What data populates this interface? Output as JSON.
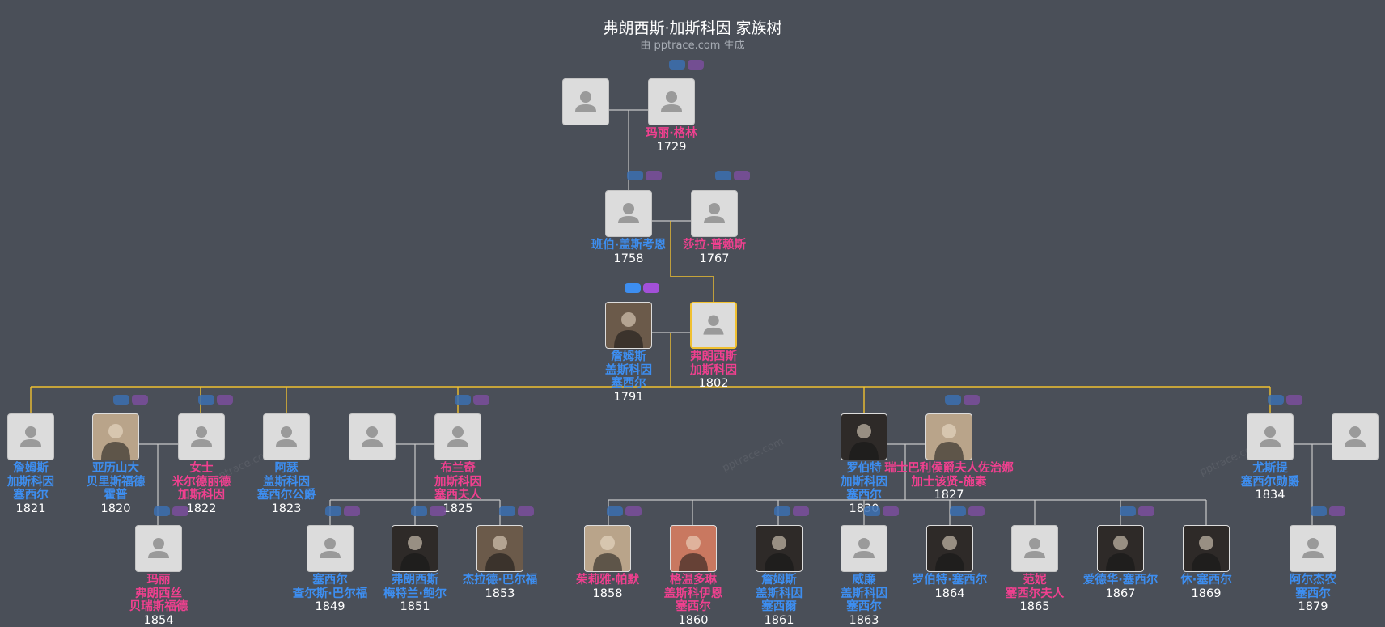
{
  "title": "弗朗西斯·加斯科因 家族树",
  "subtitle": "由 pptrace.com 生成",
  "watermark": "pptrace.com",
  "people": [
    {
      "id": "p0",
      "name": "",
      "year": "",
      "gender": "male",
      "avatar": "placeholder"
    },
    {
      "id": "p1",
      "name": "玛丽·格林",
      "year": "1729",
      "gender": "female",
      "avatar": "placeholder"
    },
    {
      "id": "p2",
      "name": "班伯·盖斯考恩",
      "year": "1758",
      "gender": "male",
      "avatar": "placeholder"
    },
    {
      "id": "p3",
      "name": "莎拉·普赖斯",
      "year": "1767",
      "gender": "female",
      "avatar": "placeholder"
    },
    {
      "id": "p4",
      "name": "詹姆斯\n盖斯科因\n塞西尔",
      "year": "1791",
      "gender": "male",
      "avatar": "portrait-photo"
    },
    {
      "id": "p5",
      "name": "弗朗西斯\n加斯科因",
      "year": "1802",
      "gender": "female",
      "avatar": "placeholder",
      "selected": true
    },
    {
      "id": "p6",
      "name": "詹姆斯\n加斯科因\n塞西尔",
      "year": "1821",
      "gender": "male",
      "avatar": "placeholder"
    },
    {
      "id": "p7",
      "name": "亚历山大\n贝里斯福德\n霍普",
      "year": "1820",
      "gender": "male",
      "avatar": "portrait-photo"
    },
    {
      "id": "p8",
      "name": "女士\n米尔德丽德\n加斯科因",
      "year": "1822",
      "gender": "female",
      "avatar": "placeholder"
    },
    {
      "id": "p9",
      "name": "阿瑟\n盖斯科因\n塞西尔公爵",
      "year": "1823",
      "gender": "male",
      "avatar": "placeholder"
    },
    {
      "id": "p10",
      "name": "",
      "year": "",
      "gender": "male",
      "avatar": "placeholder"
    },
    {
      "id": "p11",
      "name": "布兰奇\n加斯科因\n塞西夫人",
      "year": "1825",
      "gender": "female",
      "avatar": "placeholder"
    },
    {
      "id": "p12",
      "name": "罗伯特\n加斯科因\n塞西尔",
      "year": "1830",
      "gender": "male",
      "avatar": "portrait-photo"
    },
    {
      "id": "p13",
      "name": "瑞士巴利侯爵夫人佐治娜\n加士该贤-施素",
      "year": "1827",
      "gender": "female",
      "avatar": "portrait-photo"
    },
    {
      "id": "p14",
      "name": "尤斯提\n塞西尔勋爵",
      "year": "1834",
      "gender": "male",
      "avatar": "placeholder"
    },
    {
      "id": "p15",
      "name": "",
      "year": "",
      "gender": "male",
      "avatar": "placeholder"
    },
    {
      "id": "p16",
      "name": "玛丽\n弗朗西丝\n贝瑞斯福德",
      "year": "1854",
      "gender": "female",
      "avatar": "placeholder"
    },
    {
      "id": "p17",
      "name": "塞西尔\n查尔斯·巴尔福",
      "year": "1849",
      "gender": "male",
      "avatar": "placeholder"
    },
    {
      "id": "p18",
      "name": "弗朗西斯\n梅特兰·鲍尔",
      "year": "1851",
      "gender": "male",
      "avatar": "portrait-photo"
    },
    {
      "id": "p19",
      "name": "杰拉德·巴尔福",
      "year": "1853",
      "gender": "male",
      "avatar": "portrait-photo"
    },
    {
      "id": "p20",
      "name": "茱莉雅·帕默",
      "year": "1858",
      "gender": "female",
      "avatar": "portrait-photo"
    },
    {
      "id": "p21",
      "name": "格温多琳\n盖斯科伊恩\n塞西尔",
      "year": "1860",
      "gender": "female",
      "avatar": "portrait-photo"
    },
    {
      "id": "p22",
      "name": "詹姆斯\n盖斯科因\n塞西爾",
      "year": "1861",
      "gender": "male",
      "avatar": "portrait-photo"
    },
    {
      "id": "p23",
      "name": "威廉\n盖斯科因\n塞西尔",
      "year": "1863",
      "gender": "male",
      "avatar": "placeholder"
    },
    {
      "id": "p24",
      "name": "罗伯特·塞西尔",
      "year": "1864",
      "gender": "male",
      "avatar": "portrait-photo"
    },
    {
      "id": "p25",
      "name": "范妮\n塞西尔夫人",
      "year": "1865",
      "gender": "female",
      "avatar": "placeholder"
    },
    {
      "id": "p26",
      "name": "爱德华·塞西尔",
      "year": "1867",
      "gender": "male",
      "avatar": "portrait-photo"
    },
    {
      "id": "p27",
      "name": "休·塞西尔",
      "year": "1869",
      "gender": "male",
      "avatar": "portrait-photo"
    },
    {
      "id": "p28",
      "name": "阿尔杰农\n塞西尔",
      "year": "1879",
      "gender": "male",
      "avatar": "placeholder"
    }
  ],
  "colors": {
    "background": "#4a4f58",
    "male": "#3d8ef0",
    "female": "#f0408f",
    "descent": "#f0c030",
    "link": "#c8c8c8"
  }
}
